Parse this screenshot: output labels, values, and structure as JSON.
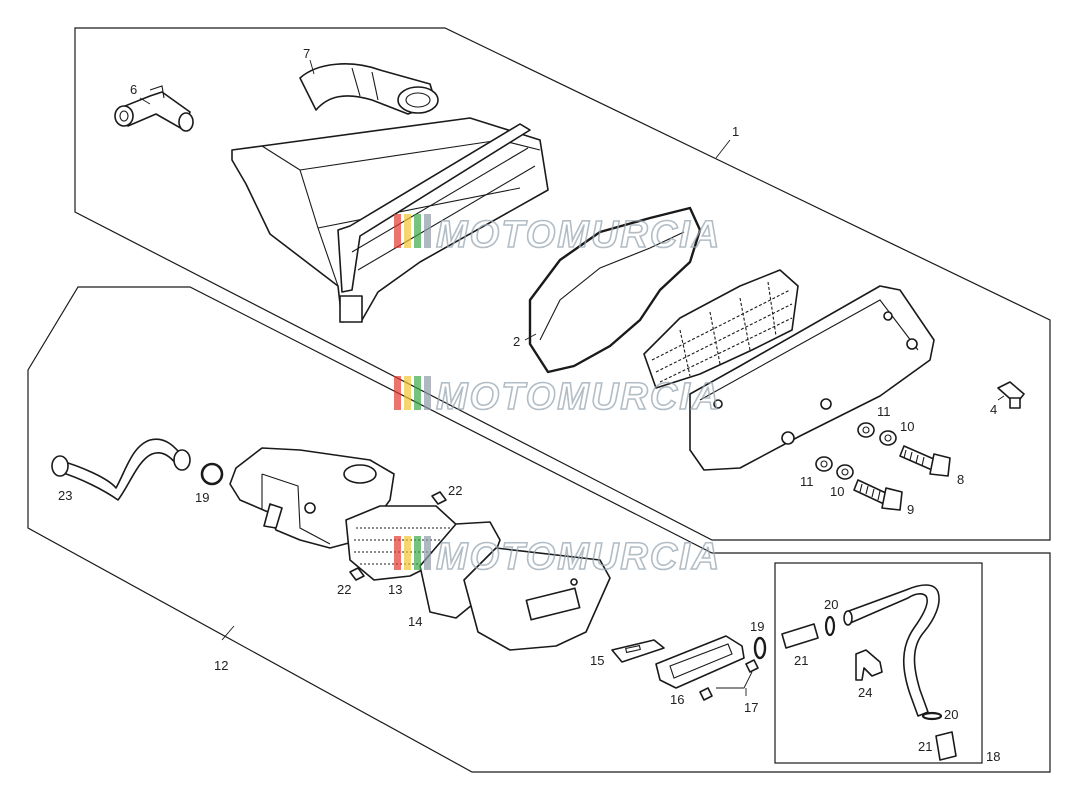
{
  "watermark": {
    "text": "MOTOMURCIA",
    "stripe_colors": [
      "#e23b2e",
      "#f2c531",
      "#3ea84a",
      "#8e9aa6"
    ]
  },
  "callouts": {
    "c1": "1",
    "c2": "2",
    "c4": "4",
    "c6": "6",
    "c7": "7",
    "c8": "8",
    "c9": "9",
    "c10a": "10",
    "c10b": "10",
    "c11a": "11",
    "c11b": "11",
    "c12": "12",
    "c13": "13",
    "c14": "14",
    "c15": "15",
    "c16": "16",
    "c17": "17",
    "c18": "18",
    "c19a": "19",
    "c19b": "19",
    "c20a": "20",
    "c20b": "20",
    "c21a": "21",
    "c21b": "21",
    "c22a": "22",
    "c22b": "22",
    "c23": "23",
    "c24": "24"
  }
}
